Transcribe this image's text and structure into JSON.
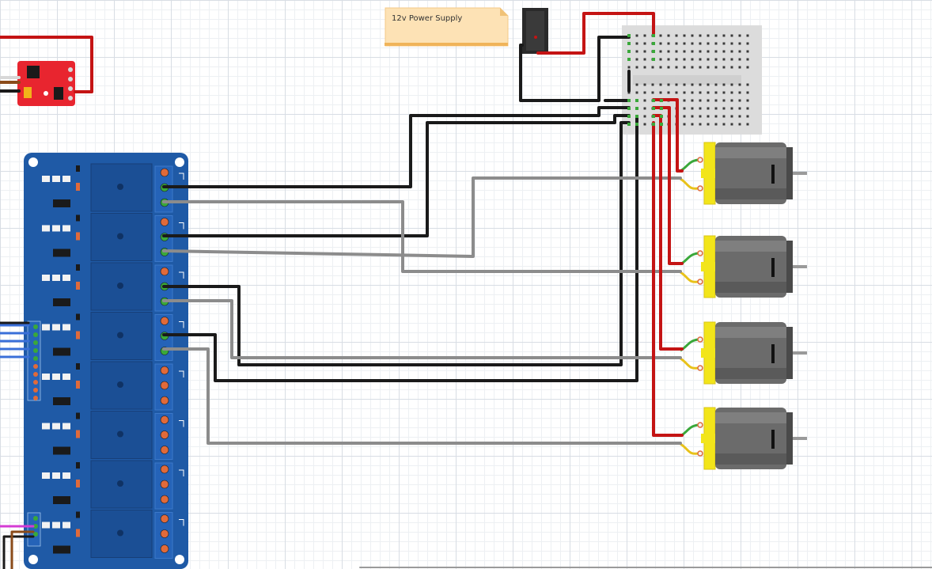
{
  "note": {
    "text": "12v Power Supply"
  },
  "colors": {
    "relay_board": "#1f5aa6",
    "relay_cell": "#1b4f95",
    "terminal": "#e06a3a",
    "motor_body": "#6b6b6b",
    "motor_cap": "#f2e51a",
    "wire_red": "#c41414",
    "wire_black": "#1a1a1a",
    "wire_gray": "#8c8c8c",
    "wire_green": "#3aa83a",
    "wire_yellow": "#e8c21a",
    "breadboard": "#dcdcdc",
    "sensor_board": "#e8252f"
  },
  "components": {
    "relay_channels": 8,
    "motors": 4
  }
}
